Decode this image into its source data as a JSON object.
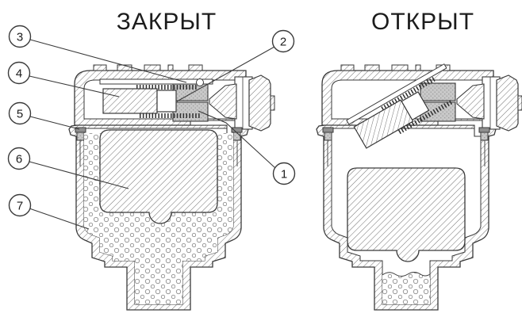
{
  "figure": {
    "type": "technical-cross-section-diagram",
    "states": [
      {
        "title": "ЗАКРЫТ"
      },
      {
        "title": "ОТКРЫТ"
      }
    ],
    "callouts": [
      {
        "num": "1"
      },
      {
        "num": "2"
      },
      {
        "num": "3"
      },
      {
        "num": "4"
      },
      {
        "num": "5"
      },
      {
        "num": "6"
      },
      {
        "num": "7"
      }
    ],
    "colors": {
      "background": "#ffffff",
      "line": "#3a3a3a",
      "hatch": "#717171",
      "seal_gray": "#c8c8c8",
      "seal_dot": "#989898",
      "bubble_outline": "#8f8f8f",
      "pin_head": "#8f8f8f"
    }
  }
}
